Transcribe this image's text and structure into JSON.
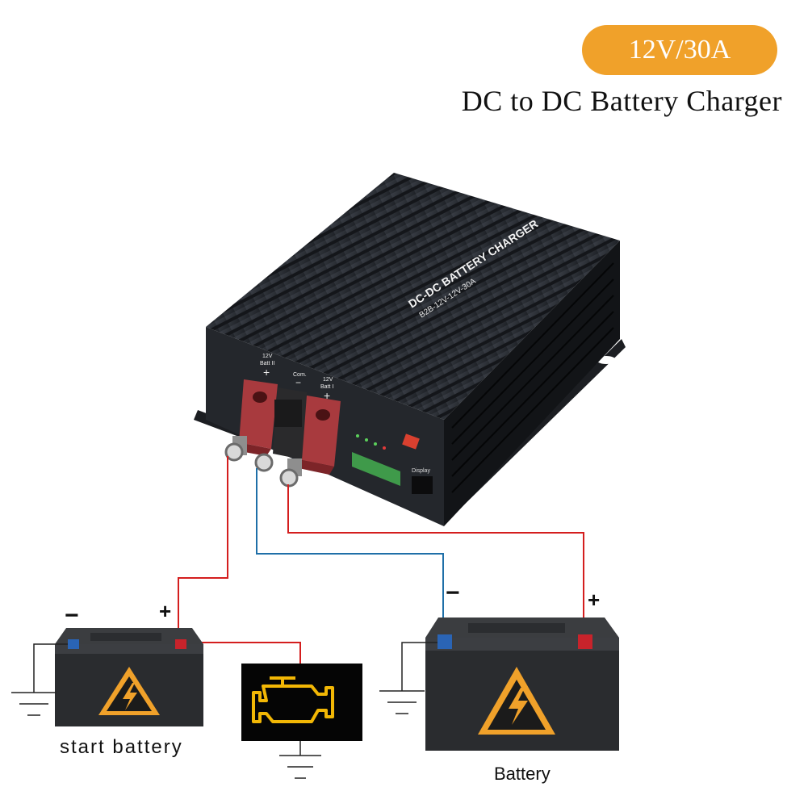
{
  "badge": {
    "text": "12V/30A",
    "color": "#f0a12a"
  },
  "headline": "DC to DC  Battery  Charger",
  "device": {
    "label_main": "DC-DC BATTERY CHARGER",
    "label_model": "B2B-12V-12V-30A",
    "terminal_left_voltage": "12V",
    "terminal_left_name": "Batt II",
    "terminal_mid_name": "Com.",
    "terminal_right_voltage": "12V",
    "terminal_right_name": "Batt I",
    "plus_sign": "+",
    "minus_sign": "−",
    "port_label": "Display"
  },
  "start_battery": {
    "caption": "start battery",
    "minus": "−",
    "plus": "+"
  },
  "house_battery": {
    "caption": "Battery",
    "minus": "−",
    "plus": "+"
  },
  "wire_colors": {
    "positive": "#d41e1e",
    "negative": "#1f6fa8"
  },
  "engine_icon_color": "#f2b705",
  "warning_color": "#f0a12a"
}
